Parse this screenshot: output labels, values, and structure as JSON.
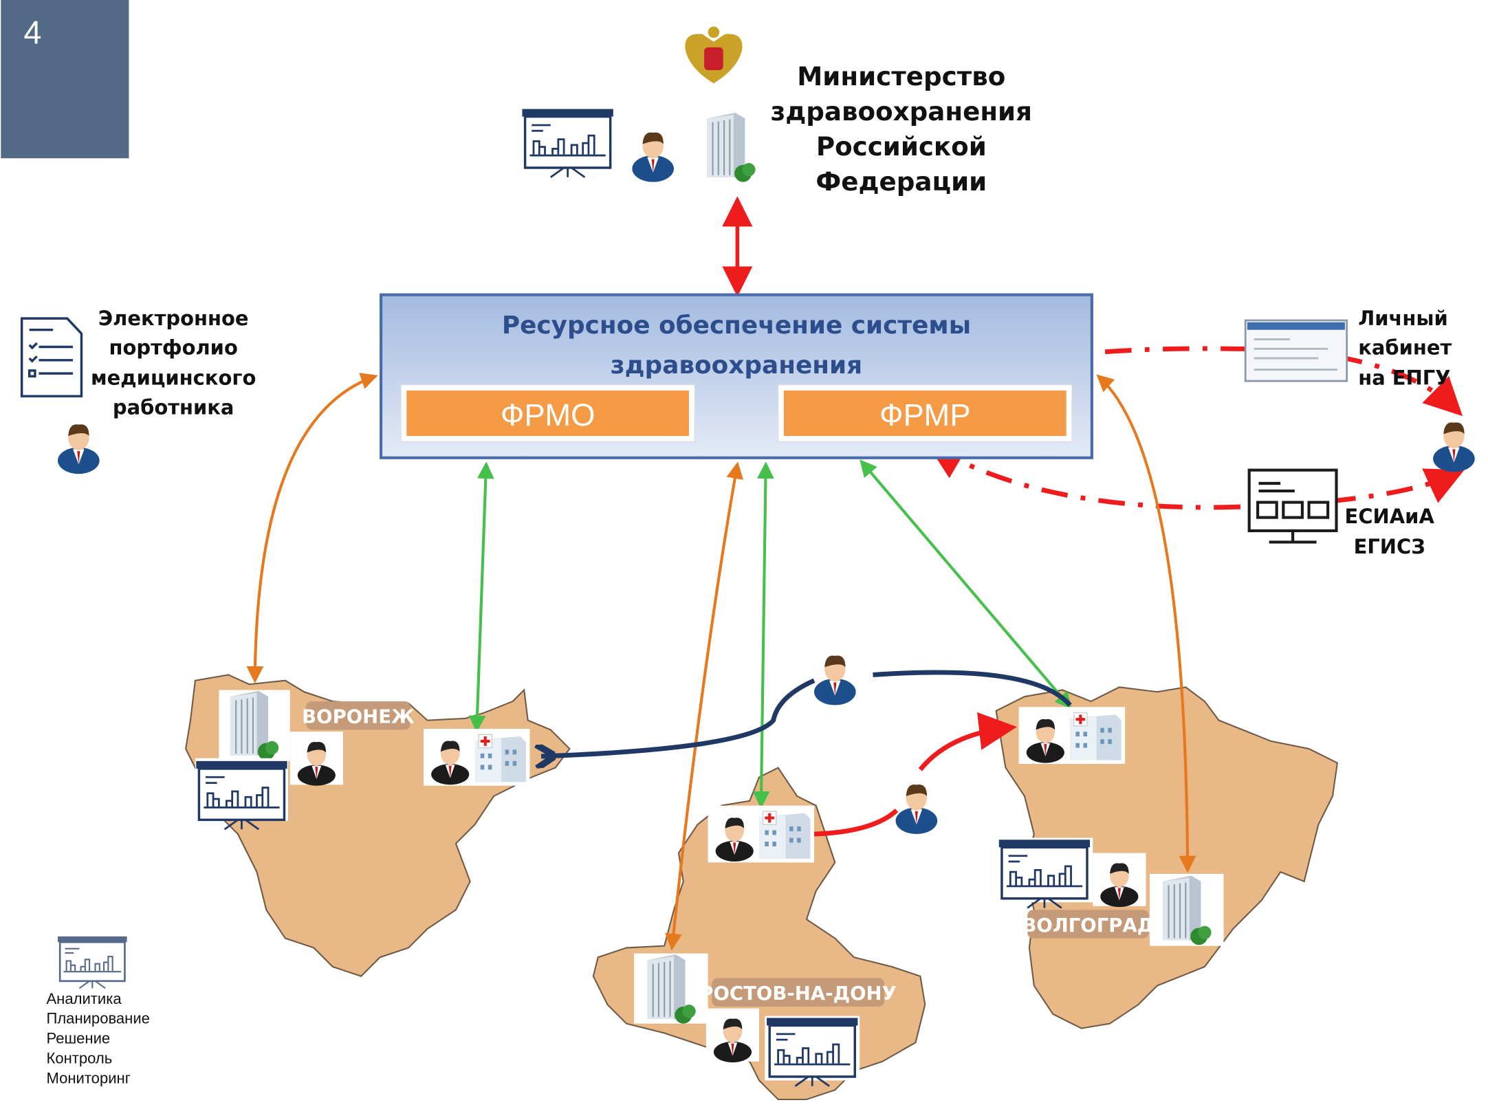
{
  "slide_number": "4",
  "ministry": {
    "lines": [
      "Министерство",
      "здравоохранения",
      "Российской",
      "Федерации"
    ]
  },
  "main_box": {
    "title_lines": [
      "Ресурсное обеспечение системы",
      "здравоохранения"
    ],
    "frmo": "ФРМО",
    "frmr": "ФРМР"
  },
  "portfolio": {
    "lines": [
      "Электронное",
      "портфолио",
      "медицинского",
      "работника"
    ]
  },
  "personal_account": {
    "lines": [
      "Личный",
      "кабинет",
      "на ЕПГУ"
    ]
  },
  "esia": {
    "lines": [
      "ЕСИАиА",
      "ЕГИСЗ"
    ]
  },
  "regions": {
    "voronezh": "ВОРОНЕЖ",
    "rostov": "РОСТОВ-НА-ДОНУ",
    "volgograd": "ВОЛГОГРАД"
  },
  "legend": {
    "items": [
      "Аналитика",
      "Планирование",
      "Решение",
      "Контроль",
      "Мониторинг"
    ]
  },
  "colors": {
    "slide_badge": "#536a86",
    "orange": "#f59a45",
    "box_border": "#4a6aa8",
    "title": "#2d4e8c",
    "map": "#e8b887",
    "red": "#ee1c1c",
    "green": "#45c04a",
    "orange_arrow": "#e6781e",
    "navy": "#1f3864"
  }
}
